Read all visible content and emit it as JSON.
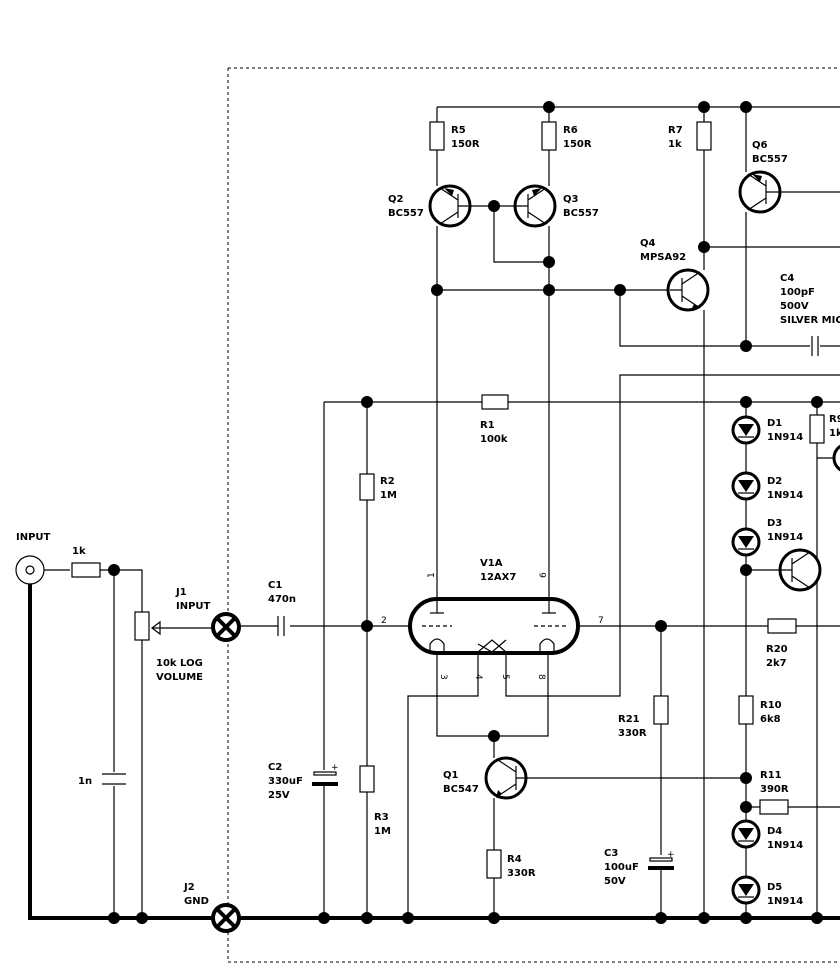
{
  "connectors": {
    "input": "INPUT",
    "j1_ref": "J1",
    "j1_name": "INPUT",
    "j2_ref": "J2",
    "j2_name": "GND"
  },
  "components": {
    "r_in": "1k",
    "c_in": "1n",
    "vol_value": "10k LOG",
    "vol_name": "VOLUME",
    "c1_ref": "C1",
    "c1_val": "470n",
    "c2_ref": "C2",
    "c2_val": "330uF",
    "c2_volt": "25V",
    "r1_ref": "R1",
    "r1_val": "100k",
    "r2_ref": "R2",
    "r2_val": "1M",
    "r3_ref": "R3",
    "r3_val": "1M",
    "r4_ref": "R4",
    "r4_val": "330R",
    "r5_ref": "R5",
    "r5_val": "150R",
    "r6_ref": "R6",
    "r6_val": "150R",
    "r7_ref": "R7",
    "r7_val": "1k",
    "r9_ref": "R9",
    "r9_val": "1k",
    "r10_ref": "R10",
    "r10_val": "6k8",
    "r11_ref": "R11",
    "r11_val": "390R",
    "r20_ref": "R20",
    "r20_val": "2k7",
    "r21_ref": "R21",
    "r21_val": "330R",
    "c3_ref": "C3",
    "c3_val": "100uF",
    "c3_volt": "50V",
    "c4_ref": "C4",
    "c4_val": "100pF",
    "c4_volt": "500V",
    "c4_type": "SILVER MICA",
    "q1_ref": "Q1",
    "q1_type": "BC547",
    "q2_ref": "Q2",
    "q2_type": "BC557",
    "q3_ref": "Q3",
    "q3_type": "BC557",
    "q4_ref": "Q4",
    "q4_type": "MPSA92",
    "q6_ref": "Q6",
    "q6_type": "BC557",
    "v1_ref": "V1A",
    "v1_type": "12AX7",
    "d1_ref": "D1",
    "d1_type": "1N914",
    "d2_ref": "D2",
    "d2_type": "1N914",
    "d3_ref": "D3",
    "d3_type": "1N914",
    "d4_ref": "D4",
    "d4_type": "1N914",
    "d5_ref": "D5",
    "d5_type": "1N914"
  },
  "pins": {
    "p1": "1",
    "p2": "2",
    "p3": "3",
    "p4": "4",
    "p5": "5",
    "p6": "6",
    "p7": "7",
    "p8": "8"
  },
  "polarity": {
    "plus": "+"
  },
  "colors": {
    "line": "#000000",
    "background": "#ffffff"
  }
}
